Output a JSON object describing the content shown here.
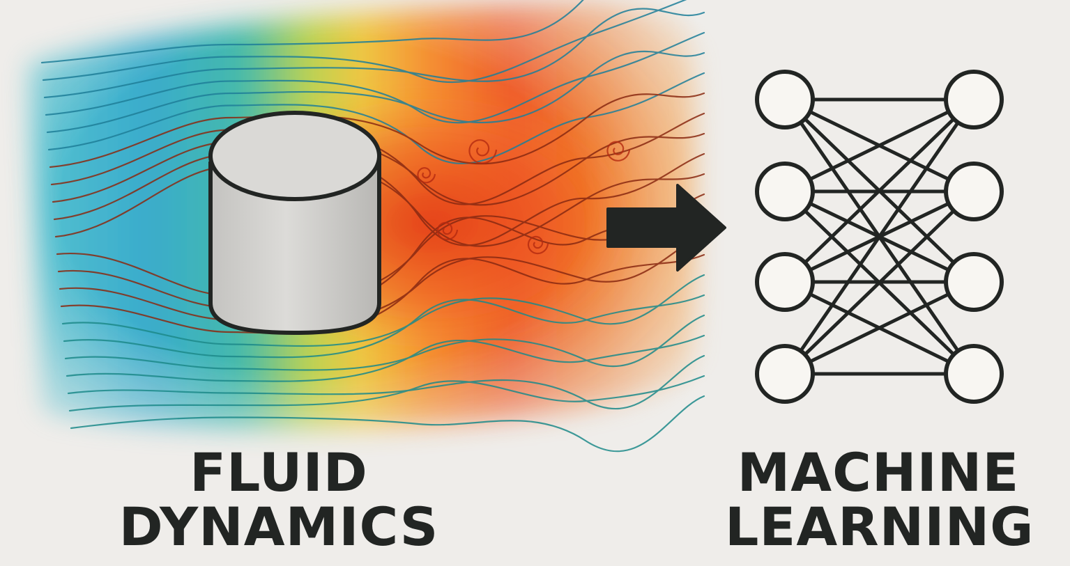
{
  "left_label": {
    "line1": "FLUID",
    "line2": "DYNAMICS"
  },
  "right_label": {
    "line1": "MACHINE",
    "line2": "LEARNING"
  },
  "icons": {
    "cylinder": "cylinder-icon",
    "flow_field": "flow-field-heatmap",
    "arrow": "arrow-right-icon",
    "network": "neural-network-icon"
  },
  "colors": {
    "background": "#efedea",
    "ink": "#222523",
    "cool": "#2aa6c9",
    "warm": "#f25a1f",
    "hot": "#e84418",
    "node_fill": "#f8f6f2",
    "cylinder_fill": "#d3d2cf"
  }
}
